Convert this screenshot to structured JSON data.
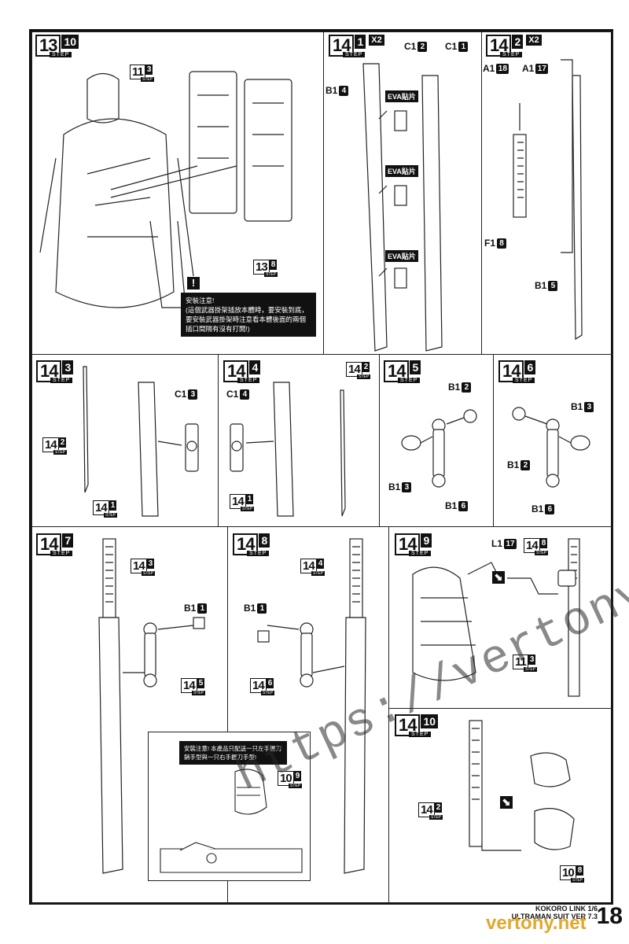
{
  "steps": {
    "s13_10": {
      "num": "13",
      "sub": "10",
      "tag": "STEP"
    },
    "s14_1": {
      "num": "14",
      "sub": "1",
      "tag": "STEP",
      "mult": "X2"
    },
    "s14_2": {
      "num": "14",
      "sub": "2",
      "tag": "STEP",
      "mult": "X2"
    },
    "s14_3": {
      "num": "14",
      "sub": "3",
      "tag": "STEP"
    },
    "s14_4": {
      "num": "14",
      "sub": "4",
      "tag": "STEP"
    },
    "s14_5": {
      "num": "14",
      "sub": "5",
      "tag": "STEP"
    },
    "s14_6": {
      "num": "14",
      "sub": "6",
      "tag": "STEP"
    },
    "s14_7": {
      "num": "14",
      "sub": "7",
      "tag": "STEP"
    },
    "s14_8": {
      "num": "14",
      "sub": "8",
      "tag": "STEP"
    },
    "s14_9": {
      "num": "14",
      "sub": "9",
      "tag": "STEP"
    },
    "s14_10": {
      "num": "14",
      "sub": "10",
      "tag": "STEP"
    }
  },
  "refs": {
    "r11_3a": {
      "num": "11",
      "sub": "3",
      "tag": "STEP"
    },
    "r13_8": {
      "num": "13",
      "sub": "8",
      "tag": "STEP"
    },
    "r14_2a": {
      "num": "14",
      "sub": "2",
      "tag": "STEP"
    },
    "r14_1a": {
      "num": "14",
      "sub": "1",
      "tag": "STEP"
    },
    "r14_2b": {
      "num": "14",
      "sub": "2",
      "tag": "STEP"
    },
    "r14_1b": {
      "num": "14",
      "sub": "1",
      "tag": "STEP"
    },
    "r14_3": {
      "num": "14",
      "sub": "3",
      "tag": "STEP"
    },
    "r14_5": {
      "num": "14",
      "sub": "5",
      "tag": "STEP"
    },
    "r14_4": {
      "num": "14",
      "sub": "4",
      "tag": "STEP"
    },
    "r14_6": {
      "num": "14",
      "sub": "6",
      "tag": "STEP"
    },
    "r10_9": {
      "num": "10",
      "sub": "9",
      "tag": "STEP"
    },
    "r14_8": {
      "num": "14",
      "sub": "8",
      "tag": "STEP"
    },
    "r11_3b": {
      "num": "11",
      "sub": "3",
      "tag": "STEP"
    },
    "r14_2c": {
      "num": "14",
      "sub": "2",
      "tag": "STEP"
    },
    "r10_8": {
      "num": "10",
      "sub": "8",
      "tag": "STEP"
    }
  },
  "parts": {
    "c1_2": {
      "label": "C1",
      "n": "2"
    },
    "c1_1": {
      "label": "C1",
      "n": "1"
    },
    "b1_4a": {
      "label": "B1",
      "n": "4"
    },
    "a1_18": {
      "label": "A1",
      "n": "18"
    },
    "a1_17": {
      "label": "A1",
      "n": "17"
    },
    "f1_8": {
      "label": "F1",
      "n": "8"
    },
    "b1_5": {
      "label": "B1",
      "n": "5"
    },
    "c1_3": {
      "label": "C1",
      "n": "3"
    },
    "c1_4": {
      "label": "C1",
      "n": "4"
    },
    "b1_2a": {
      "label": "B1",
      "n": "2"
    },
    "b1_3a": {
      "label": "B1",
      "n": "3"
    },
    "b1_6a": {
      "label": "B1",
      "n": "6"
    },
    "b1_3b": {
      "label": "B1",
      "n": "3"
    },
    "b1_2b": {
      "label": "B1",
      "n": "2"
    },
    "b1_6b": {
      "label": "B1",
      "n": "6"
    },
    "b1_1a": {
      "label": "B1",
      "n": "1"
    },
    "b1_1b": {
      "label": "B1",
      "n": "1"
    },
    "l1_17": {
      "label": "L1",
      "n": "17"
    }
  },
  "eva_label": "EVA貼片",
  "notes": {
    "warning_title": "安裝注意!",
    "warning_1": "(這個武器掛架插放本體時，要安裝到底，",
    "warning_2": "要安裝武器掛架時注意看本體後面的兩個",
    "warning_3": "插口間隔有沒有打開!)",
    "hand_note_1": "安裝注意! 本產品只配送一只左手握刀",
    "hand_note_2": "銷手型與一只右手握刀手型!"
  },
  "footer": {
    "line1": "KOKORO LINK 1/6",
    "line2": "ULTRAMAN SUIT VER 7.3",
    "page": "18"
  },
  "watermark": {
    "text": "https://vertony.net/",
    "text2": "vertony.net"
  }
}
